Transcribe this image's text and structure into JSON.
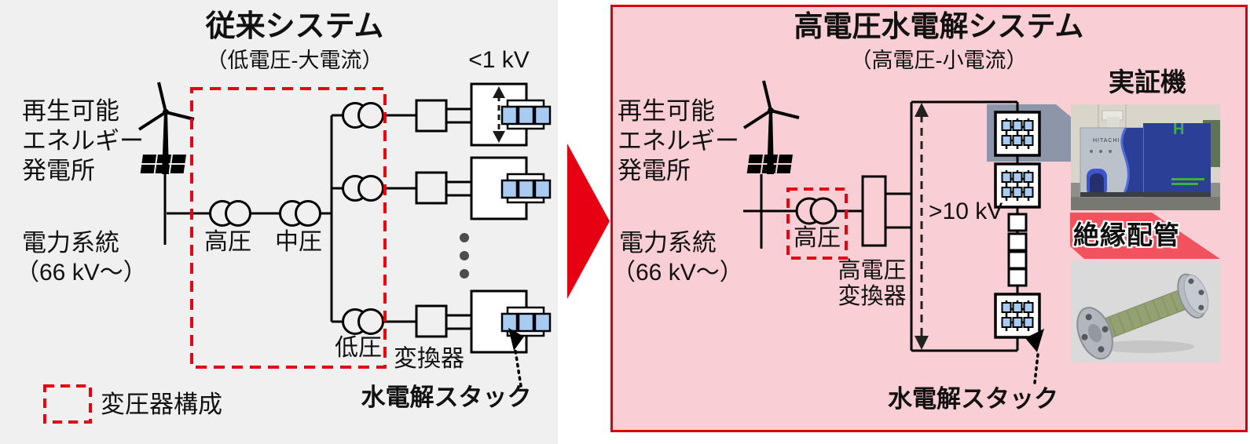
{
  "left_panel": {
    "title": "従来システム",
    "subtitle": "（低電圧-大電流）",
    "renewable_lines": [
      "再生可能",
      "エネルギー",
      "発電所"
    ],
    "grid_label": "電力系統",
    "grid_voltage": "（66 kV～）",
    "transformer_labels": {
      "high": "高圧",
      "mid": "中圧",
      "low": "低圧"
    },
    "converter_label": "変換器",
    "stack_voltage_label": "<1 kV",
    "stack_label": "水電解スタック",
    "legend_label": "変圧器構成"
  },
  "right_panel": {
    "title": "高電圧水電解システム",
    "subtitle": "（高電圧-小電流）",
    "renewable_lines": [
      "再生可能",
      "エネルギー",
      "発電所"
    ],
    "grid_label": "電力系統",
    "grid_voltage": "（66 kV～）",
    "transformer_label": "高圧",
    "converter_lines": [
      "高電圧",
      "変換器"
    ],
    "stack_voltage_label": ">10 kV",
    "stack_label": "水電解スタック",
    "demo_unit_label": "実証機",
    "insulated_pipe_label": "絶縁配管",
    "photo_text": {
      "brand": "HITACHI",
      "logo": "H"
    }
  },
  "colors": {
    "accent_red": "#e60012",
    "panel_border_red": "#d7000f",
    "panel_pink": "#f9cfd5",
    "panel_gray": "#f0f0f0",
    "stack_blue": "#a9cbf2",
    "callout_gray": "#8d96a8",
    "callout_red": "#f1525d"
  }
}
